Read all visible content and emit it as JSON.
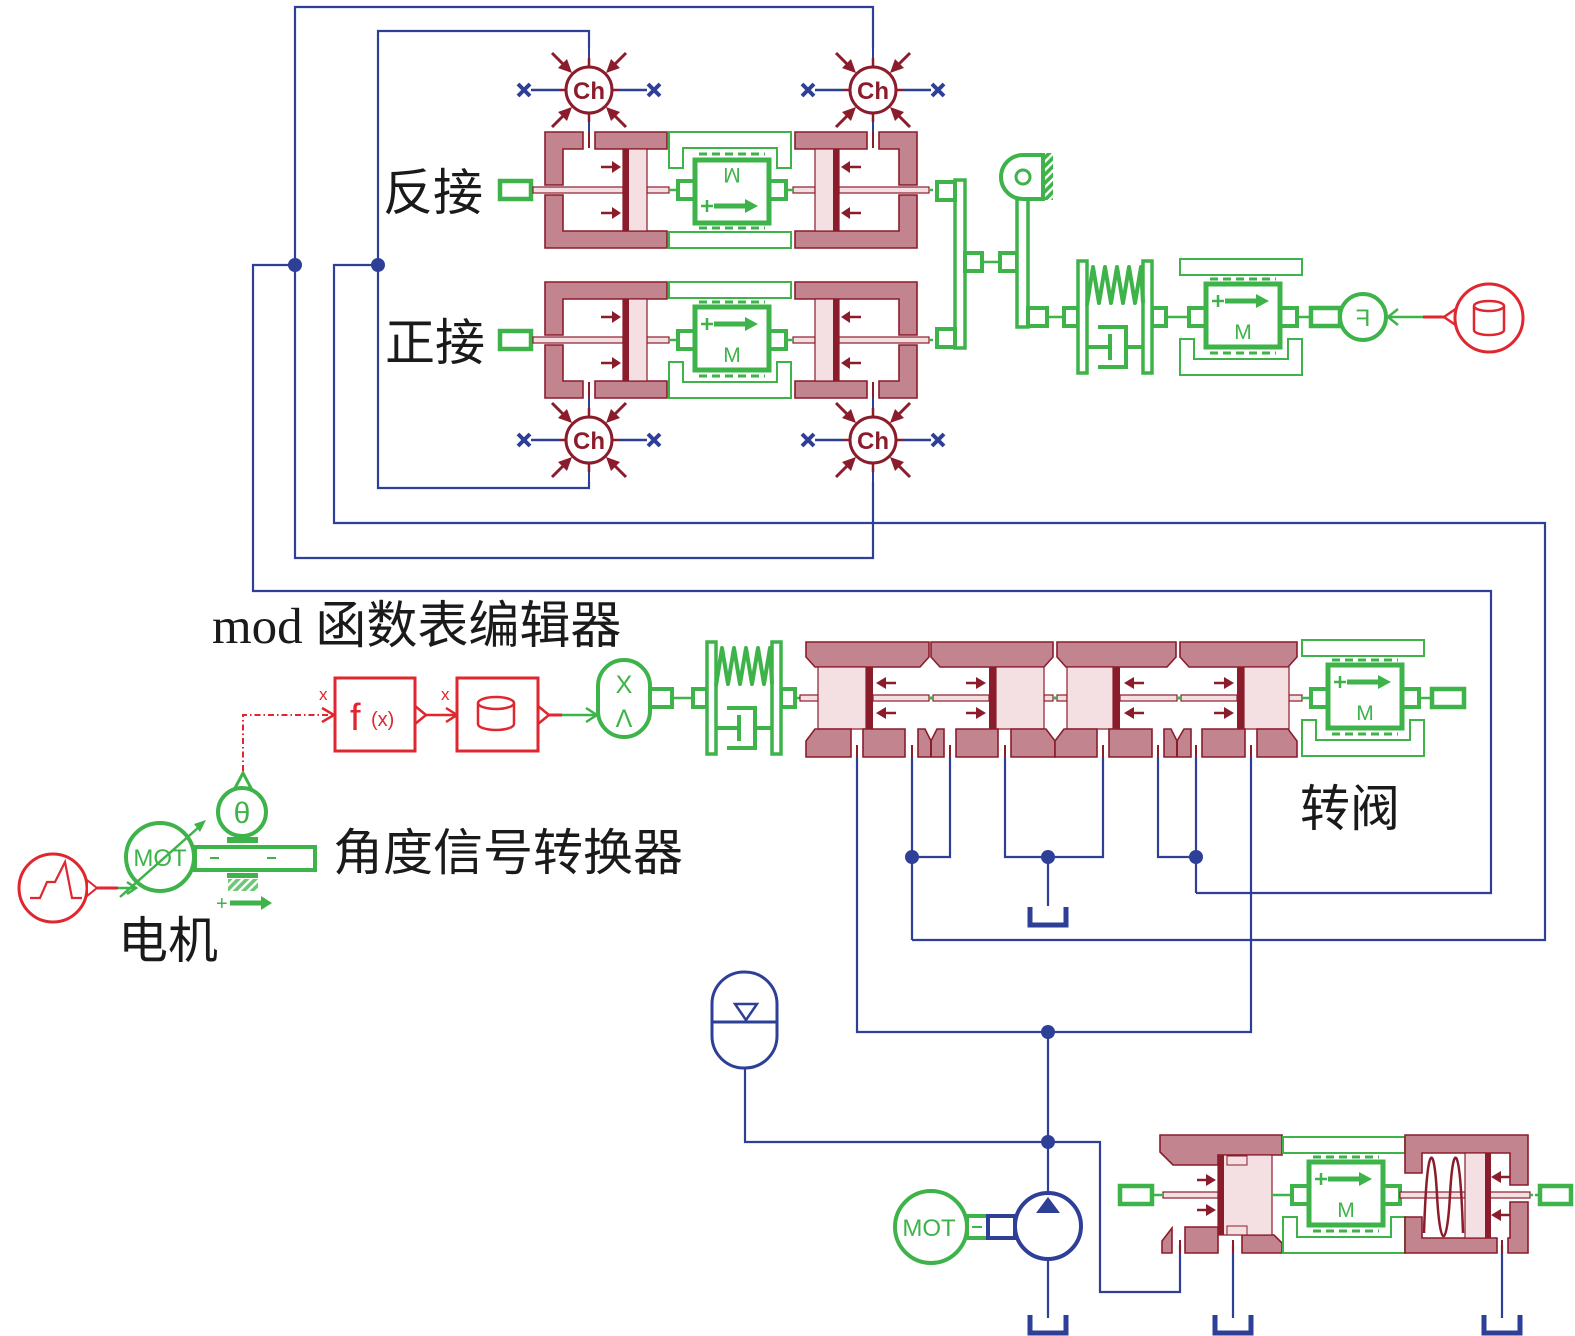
{
  "labels": {
    "reverse_connection": "反接",
    "forward_connection": "正接",
    "function_table_editor": "mod 函数表编辑器",
    "angle_signal_converter": "角度信号转换器",
    "motor": "电机",
    "rotary_valve": "转阀"
  },
  "glyphs": {
    "chamber": "Ch",
    "mass": "M",
    "motor": "MOT",
    "function": "f",
    "function_arg": "(x)",
    "angle": "θ",
    "displacement": "X",
    "velocity": "Λ",
    "signal_input": "x",
    "force": "F",
    "plus": "+"
  },
  "components": [
    "hydraulic-chamber-icon",
    "piston-cylinder-icon",
    "mass-with-friction-icon",
    "lever-icon",
    "pivot-icon",
    "spring-damper-icon",
    "force-source-icon",
    "data-table-icon",
    "function-block-icon",
    "signal-to-displacement-icon",
    "rotary-spool-valve-icon",
    "accumulator-icon",
    "hydraulic-pump-icon",
    "electric-motor-icon",
    "angle-sensor-icon",
    "signal-source-icon",
    "tank-icon",
    "relief-valve-icon"
  ],
  "colors": {
    "hydraulic_body_outline": "#8b1c2c",
    "hydraulic_body_fill": "#c2848f",
    "piston_fill": "#f4e0e3",
    "mechanical_green": "#3db34a",
    "hydraulic_line_blue": "#2e3f98",
    "signal_red": "#e0262f",
    "label_text": "#1a1a1a"
  }
}
